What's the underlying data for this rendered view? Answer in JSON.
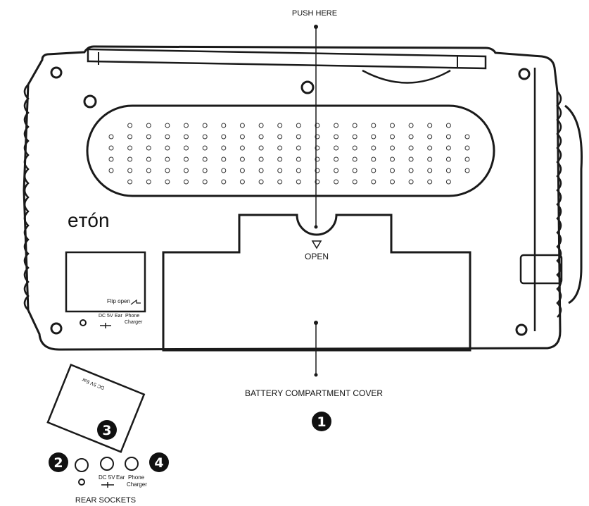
{
  "labels": {
    "push_here": "PUSH HERE",
    "open": "OPEN",
    "battery_cover": "BATTERY COMPARTMENT COVER",
    "brand": "eтón",
    "flip_open": "Flip open",
    "socket_dc": "DC 5V",
    "socket_ear": "Ear",
    "socket_phone": "Phone",
    "socket_charger": "Charger",
    "rear_sockets": "REAR SOCKETS",
    "flap_text": "DC 5V Ear"
  },
  "callouts": [
    {
      "id": "1",
      "label": "1"
    },
    {
      "id": "2",
      "label": "2"
    },
    {
      "id": "3",
      "label": "3"
    },
    {
      "id": "4",
      "label": "4"
    }
  ],
  "colors": {
    "ink": "#1a1a1a",
    "paper": "#ffffff",
    "callout_fill": "#111111"
  },
  "speaker_grille": {
    "rows": 6,
    "columns": 20
  }
}
